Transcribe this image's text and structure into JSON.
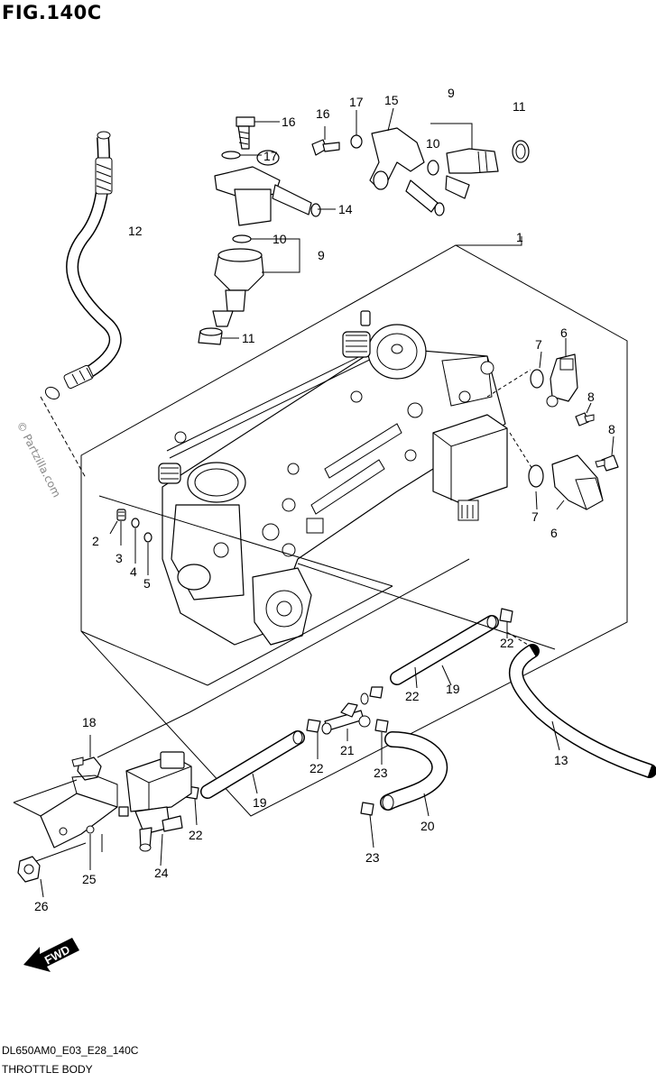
{
  "figure": {
    "title": "FIG.140C",
    "code": "DL650AM0_E03_E28_140C",
    "name": "THROTTLE BODY",
    "watermark": "© Partzilla.com",
    "fwd_label": "FWD"
  },
  "callouts": [
    {
      "id": "c1",
      "text": "1"
    },
    {
      "id": "c2",
      "text": "2"
    },
    {
      "id": "c3",
      "text": "3"
    },
    {
      "id": "c4",
      "text": "4"
    },
    {
      "id": "c5",
      "text": "5"
    },
    {
      "id": "c6a",
      "text": "6"
    },
    {
      "id": "c6b",
      "text": "6"
    },
    {
      "id": "c7a",
      "text": "7"
    },
    {
      "id": "c7b",
      "text": "7"
    },
    {
      "id": "c8a",
      "text": "8"
    },
    {
      "id": "c8b",
      "text": "8"
    },
    {
      "id": "c9a",
      "text": "9"
    },
    {
      "id": "c9b",
      "text": "9"
    },
    {
      "id": "c10a",
      "text": "10"
    },
    {
      "id": "c10b",
      "text": "10"
    },
    {
      "id": "c11a",
      "text": "11"
    },
    {
      "id": "c11b",
      "text": "11"
    },
    {
      "id": "c12",
      "text": "12"
    },
    {
      "id": "c13",
      "text": "13"
    },
    {
      "id": "c14",
      "text": "14"
    },
    {
      "id": "c15",
      "text": "15"
    },
    {
      "id": "c16a",
      "text": "16"
    },
    {
      "id": "c16b",
      "text": "16"
    },
    {
      "id": "c17a",
      "text": "17"
    },
    {
      "id": "c17b",
      "text": "17"
    },
    {
      "id": "c18",
      "text": "18"
    },
    {
      "id": "c19a",
      "text": "19"
    },
    {
      "id": "c19b",
      "text": "19"
    },
    {
      "id": "c20",
      "text": "20"
    },
    {
      "id": "c21",
      "text": "21"
    },
    {
      "id": "c22a",
      "text": "22"
    },
    {
      "id": "c22b",
      "text": "22"
    },
    {
      "id": "c22c",
      "text": "22"
    },
    {
      "id": "c22d",
      "text": "22"
    },
    {
      "id": "c23a",
      "text": "23"
    },
    {
      "id": "c23b",
      "text": "23"
    },
    {
      "id": "c24",
      "text": "24"
    },
    {
      "id": "c25",
      "text": "25"
    },
    {
      "id": "c26",
      "text": "26"
    }
  ]
}
